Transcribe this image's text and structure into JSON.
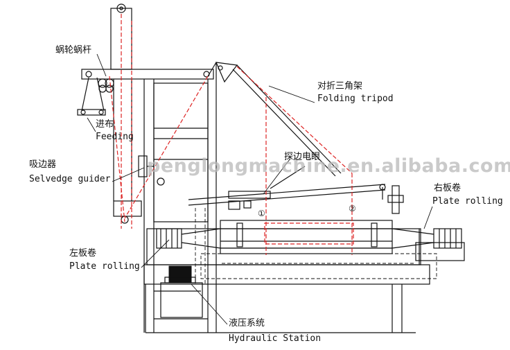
{
  "labels": {
    "worm_gear": "蜗轮蜗杆",
    "folding_cn": "对折三角架",
    "folding_en": "Folding tripod",
    "feeding_cn": "进布",
    "feeding_en": "Feeding",
    "selvedge_cn": "吸边器",
    "selvedge_en": "Selvedge guider",
    "edge_probe_cn": "探边电眼",
    "right_roll_cn": "右板卷",
    "right_roll_en": "Plate rolling",
    "left_roll_cn": "左板卷",
    "left_roll_en": "Plate rolling",
    "hydraulic_cn": "液压系统",
    "hydraulic_en": "Hydraulic Station",
    "marker_1": "①",
    "marker_2": "②"
  },
  "watermark": "penglongmachine.en.alibaba.com",
  "colors": {
    "line": "#111111",
    "red_dash": "#dd2222",
    "watermark": "#b8b8b8"
  }
}
